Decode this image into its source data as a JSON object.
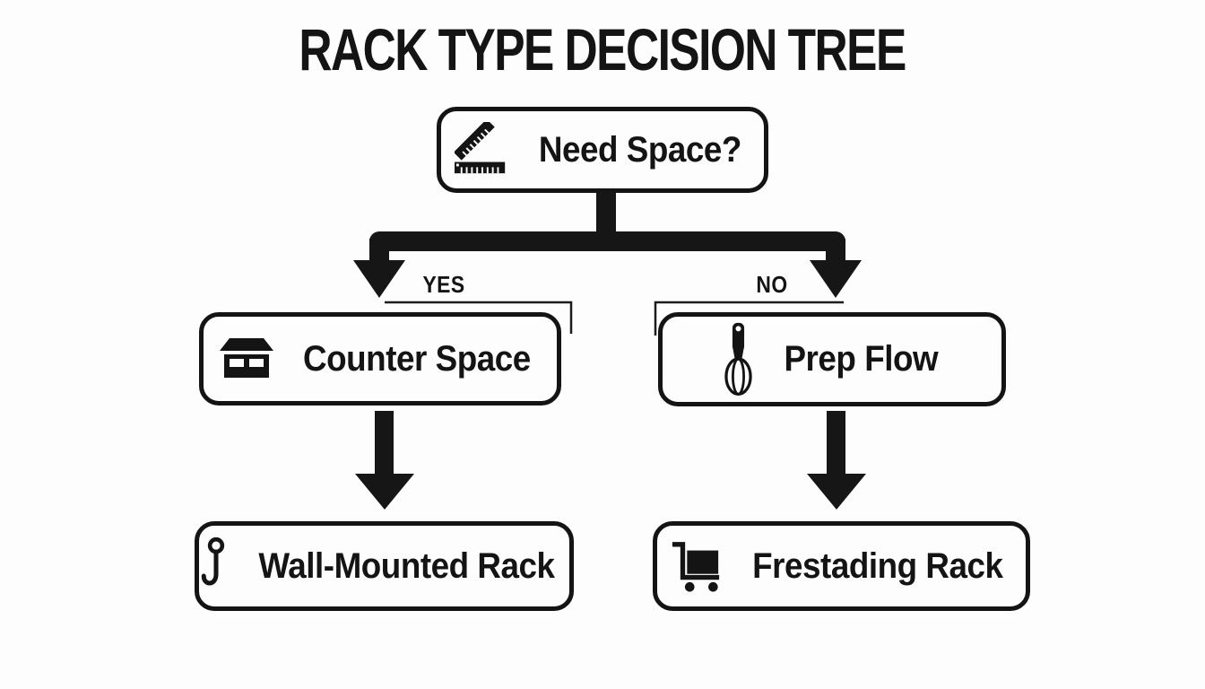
{
  "title": "RACK TYPE DECISION TREE",
  "colors": {
    "ink": "#141414",
    "background": "#fdfdfd"
  },
  "nodes": {
    "root": {
      "label": "Need Space?",
      "icon": "ruler-icon"
    },
    "left_child": {
      "label": "Counter Space",
      "icon": "counter-icon"
    },
    "right_child": {
      "label": "Prep Flow",
      "icon": "whisk-icon"
    },
    "left_leaf": {
      "label": "Wall-Mounted Rack",
      "icon": "hook-icon"
    },
    "right_leaf": {
      "label": "Frestading Rack",
      "icon": "cart-icon"
    }
  },
  "branches": {
    "yes_label": "YES",
    "no_label": "NO"
  }
}
